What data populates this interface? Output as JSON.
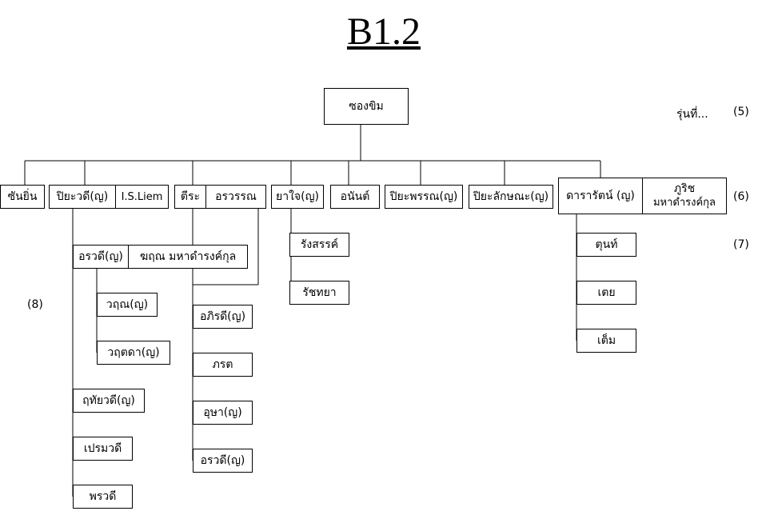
{
  "title": "B1.2",
  "generation_labels": {
    "gen5": "(5)",
    "gen5_prefix": "รุ่นที่...",
    "gen6": "(6)",
    "gen7": "(7)",
    "gen8": "(8)"
  },
  "nodes": {
    "root": "ซองขิม",
    "child1": "ซันยิ่น",
    "child2": "ปิยะวดี(ญ)",
    "child2_spouse": "I.S.Liem",
    "child3": "ตีระ",
    "child3_spouse": "อรวรรณ",
    "child4": "ยาใจ(ญ)",
    "child5": "อนันต์",
    "child6": "ปิยะพรรณ(ญ)",
    "child7": "ปิยะลักษณะ(ญ)",
    "child8": "ดารารัตน์ (ญ)",
    "child8_spouse_line1": "ภูริช",
    "child8_spouse_line2": "มหาดำรงค์กุล",
    "c2_1": "อรวดี(ญ)",
    "c2_1_spouse": "ฆฤณ มหาดำรงค์กุล",
    "c2_1_1": "วฤณ(ญ)",
    "c2_1_2": "วฤตดา(ญ)",
    "c2_2": "ฤทัยวดี(ญ)",
    "c2_3": "เปรมวดี",
    "c2_4": "พรวดี",
    "c3_1": "อภิรดี(ญ)",
    "c3_2": "ภรต",
    "c3_3": "อุษา(ญ)",
    "c3_4": "อรวดี(ญ)",
    "c4_1": "รังสรรค์",
    "c4_2": "รัชทยา",
    "c8_1": "ตุนท์",
    "c8_2": "เตย",
    "c8_3": "เต็ม"
  }
}
